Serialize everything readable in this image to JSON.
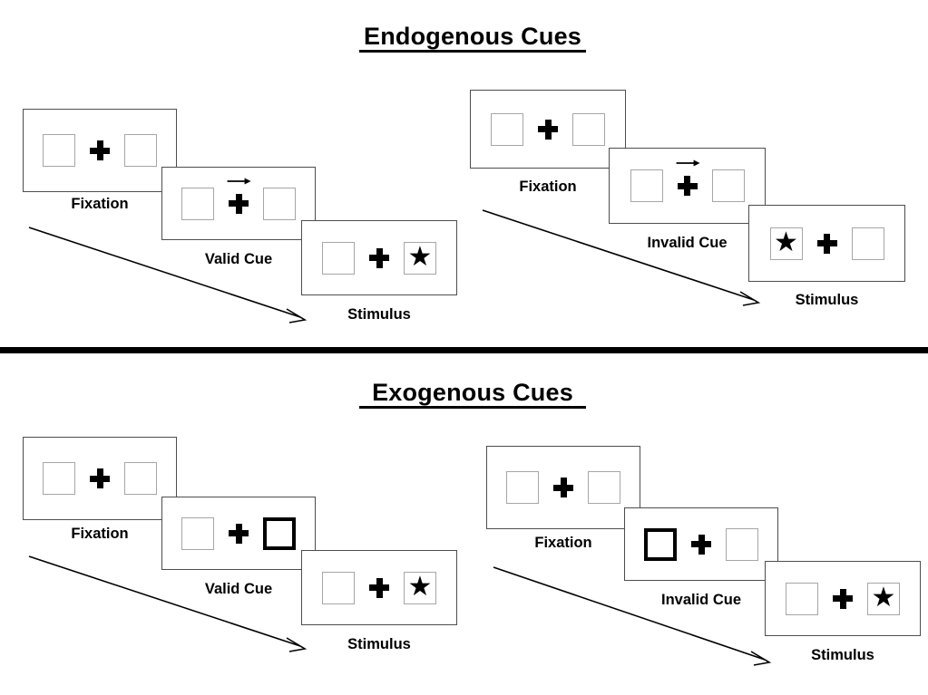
{
  "document": {
    "type": "experimental-paradigm-diagram",
    "background_color": "#ffffff",
    "ink_color": "#000000",
    "box_outline_color": "#a6a6a6",
    "panel_outline_color": "#4d4d4d"
  },
  "sections": {
    "endogenous": {
      "title": "Endogenous Cues",
      "cue_type": "arrow",
      "conditions": {
        "valid": {
          "steps": [
            {
              "label": "Fixation",
              "left_box": "empty",
              "right_box": "empty",
              "cue": "none"
            },
            {
              "label": "Valid Cue",
              "left_box": "empty",
              "right_box": "empty",
              "cue": "arrow-right"
            },
            {
              "label": "Stimulus",
              "left_box": "empty",
              "right_box": "star",
              "cue": "none"
            }
          ]
        },
        "invalid": {
          "steps": [
            {
              "label": "Fixation",
              "left_box": "empty",
              "right_box": "empty",
              "cue": "none"
            },
            {
              "label": "Invalid Cue",
              "left_box": "empty",
              "right_box": "empty",
              "cue": "arrow-right"
            },
            {
              "label": "Stimulus",
              "left_box": "star",
              "right_box": "empty",
              "cue": "none"
            }
          ]
        }
      }
    },
    "exogenous": {
      "title": "Exogenous Cues",
      "cue_type": "peripheral-box-flash",
      "conditions": {
        "valid": {
          "steps": [
            {
              "label": "Fixation",
              "left_box": "empty",
              "right_box": "empty",
              "cue": "none"
            },
            {
              "label": "Valid Cue",
              "left_box": "empty",
              "right_box": "bold",
              "cue": "none"
            },
            {
              "label": "Stimulus",
              "left_box": "empty",
              "right_box": "star",
              "cue": "none"
            }
          ]
        },
        "invalid": {
          "steps": [
            {
              "label": "Fixation",
              "left_box": "empty",
              "right_box": "empty",
              "cue": "none"
            },
            {
              "label": "Invalid Cue",
              "left_box": "bold",
              "right_box": "empty",
              "cue": "none"
            },
            {
              "label": "Stimulus",
              "left_box": "empty",
              "right_box": "star",
              "cue": "none"
            }
          ]
        }
      }
    }
  },
  "glyphs": {
    "star": "★",
    "fixation_cross": "plus-cross",
    "cue_arrow": "arrow-right",
    "time_arrow": "arrow-down-right"
  },
  "time_arrows": [
    {
      "name": "endogenous-valid-time-arrow",
      "direction": "down-right"
    },
    {
      "name": "endogenous-invalid-time-arrow",
      "direction": "down-right"
    },
    {
      "name": "exogenous-valid-time-arrow",
      "direction": "down-right"
    },
    {
      "name": "exogenous-invalid-time-arrow",
      "direction": "down-right"
    }
  ]
}
